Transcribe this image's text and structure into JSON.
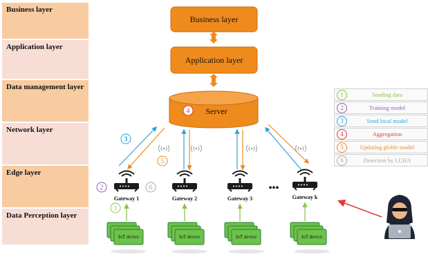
{
  "layers": [
    {
      "label": "Business layer",
      "color": "#f8cba1"
    },
    {
      "label": "Application layer",
      "color": "#f8ddd4"
    },
    {
      "label": "Data management layer",
      "color": "#f8cba1"
    },
    {
      "label": "Network layer",
      "color": "#f8ddd4"
    },
    {
      "label": "Edge layer",
      "color": "#f8cba1"
    },
    {
      "label": "Data Perception layer",
      "color": "#f8ddd4"
    }
  ],
  "architecture": {
    "business": "Business layer",
    "application": "Application layer",
    "server": "Server",
    "server_step": "4",
    "box_color": "#ee8b1c"
  },
  "gateways": [
    {
      "label": "Gateway 1",
      "device": "IoT device"
    },
    {
      "label": "Gateway 2",
      "device": "IoT device"
    },
    {
      "label": "Gateway 3",
      "device": "IoT device"
    },
    {
      "label": "Gateway k",
      "device": "IoT device"
    }
  ],
  "ellipsis": "•••",
  "diagram_steps": {
    "sending": "1",
    "training": "2",
    "send_local": "3",
    "updating": "5",
    "detection": "6"
  },
  "legend": [
    {
      "num": "1",
      "label": "Sending data",
      "color": "#8bc34a"
    },
    {
      "num": "2",
      "label": "Training model",
      "color": "#9b59b6"
    },
    {
      "num": "3",
      "label": "Send local model",
      "color": "#29a3d8"
    },
    {
      "num": "4",
      "label": "Aggregation",
      "color": "#e53935"
    },
    {
      "num": "5",
      "label": "Updating globle model",
      "color": "#ee8b1c"
    },
    {
      "num": "6",
      "label": "Detection by LCHA",
      "color": "#a8a8a8"
    }
  ],
  "icons": [
    "router-icon",
    "iot-device-icon",
    "hacker-icon",
    "wave-icon"
  ]
}
